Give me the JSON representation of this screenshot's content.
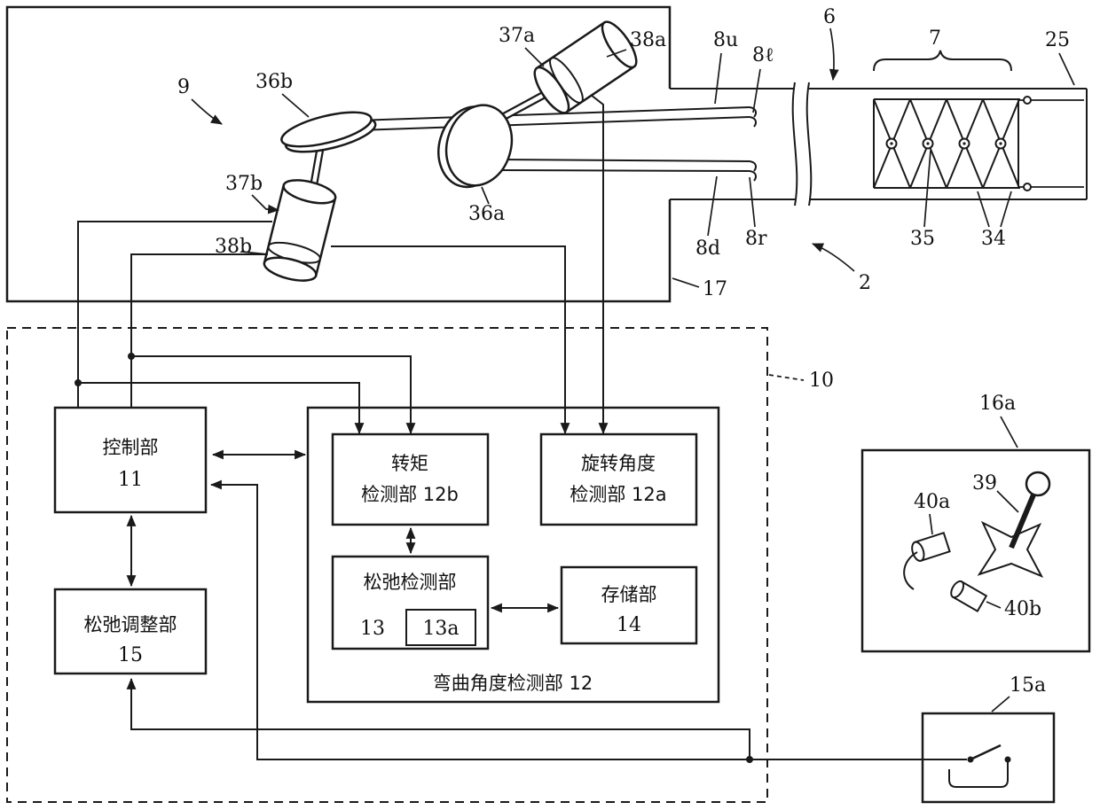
{
  "figure": {
    "background": "#ffffff",
    "line_color": "#1a1a1a"
  },
  "ref_labels": {
    "r2": "2",
    "r6": "6",
    "r7": "7",
    "r9": "9",
    "r10": "10",
    "r17": "17",
    "r25": "25",
    "r34": "34",
    "r35": "35",
    "r36a": "36a",
    "r36b": "36b",
    "r37a": "37a",
    "r37b": "37b",
    "r38a": "38a",
    "r38b": "38b",
    "r8u": "8u",
    "r8l": "8ℓ",
    "r8d": "8d",
    "r8r": "8r",
    "r15a": "15a",
    "r16a": "16a",
    "r39": "39",
    "r40a": "40a",
    "r40b": "40b"
  },
  "blocks": {
    "control": {
      "title": "控制部",
      "num": "11"
    },
    "slack_adjuster": {
      "title": "松弛调整部",
      "num": "15"
    },
    "torque_detector": {
      "line1": "转矩",
      "line2": "检测部 12b"
    },
    "rotation_detector": {
      "line1": "旋转角度",
      "line2": "检测部 12a"
    },
    "slack_detector": {
      "title": "松弛检测部",
      "num": "13",
      "sub": "13a"
    },
    "storage": {
      "title": "存储部",
      "num": "14"
    },
    "bend_detector_caption": "弯曲角度检测部 12"
  }
}
